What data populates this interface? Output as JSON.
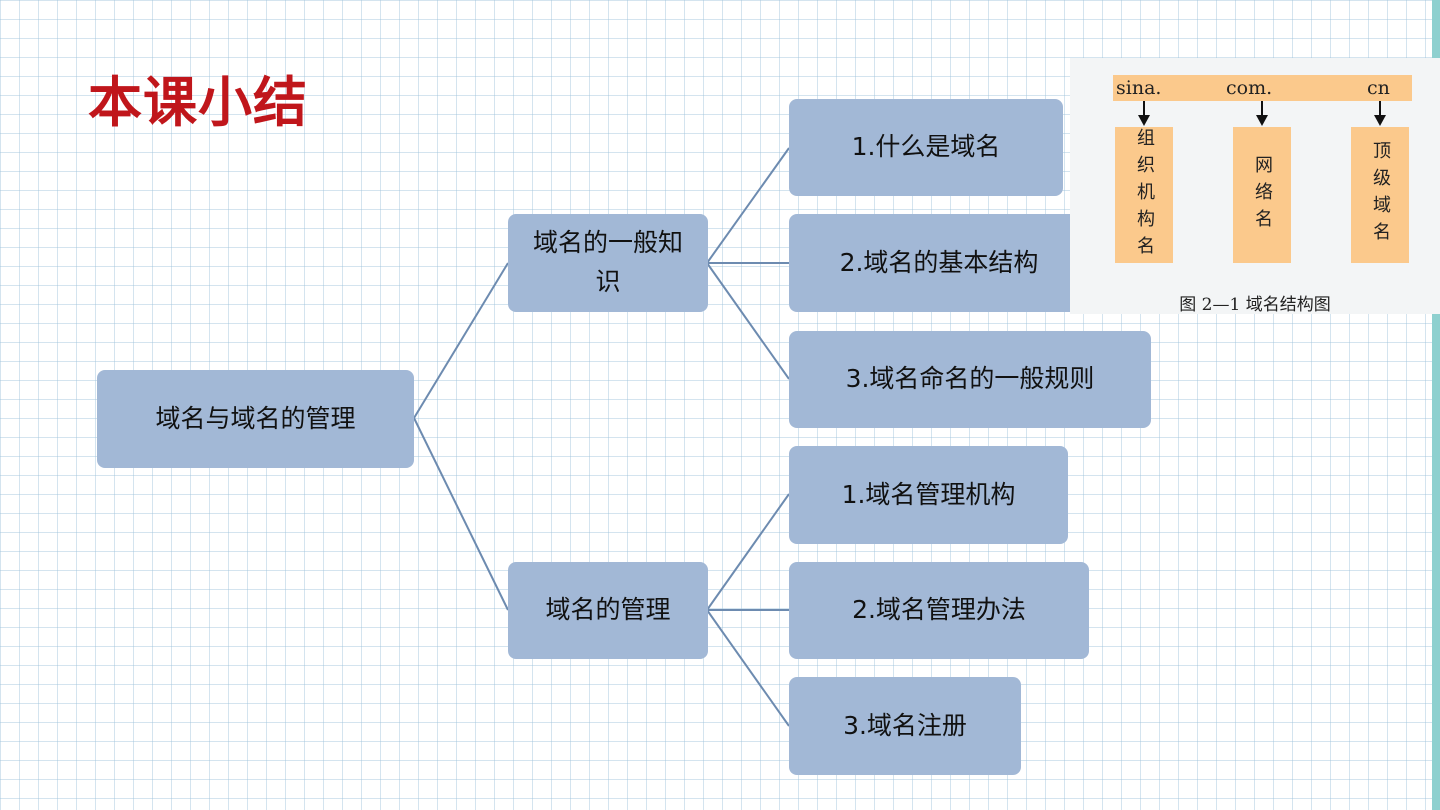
{
  "title": "本课小结",
  "mindmap": {
    "root": "域名与域名的管理",
    "branches": [
      {
        "label": "域名的一般知识",
        "children": [
          "1.什么是域名",
          "2.域名的基本结构",
          "3.域名命名的一般规则"
        ]
      },
      {
        "label": "域名的管理",
        "children": [
          "1.域名管理机构",
          "2.域名管理办法",
          "3.域名注册"
        ]
      }
    ]
  },
  "figure": {
    "segments": [
      "sina.",
      "com.",
      "cn"
    ],
    "boxes": [
      "组织机构名",
      "网络名",
      "顶级域名"
    ],
    "caption": "图 2—1  域名结构图"
  },
  "colors": {
    "title": "#c0161b",
    "node_fill": "#a2b8d6",
    "connector": "#6d8bb0",
    "figure_fill": "#fbc98c",
    "accent_bar": "#8ed0cf"
  }
}
